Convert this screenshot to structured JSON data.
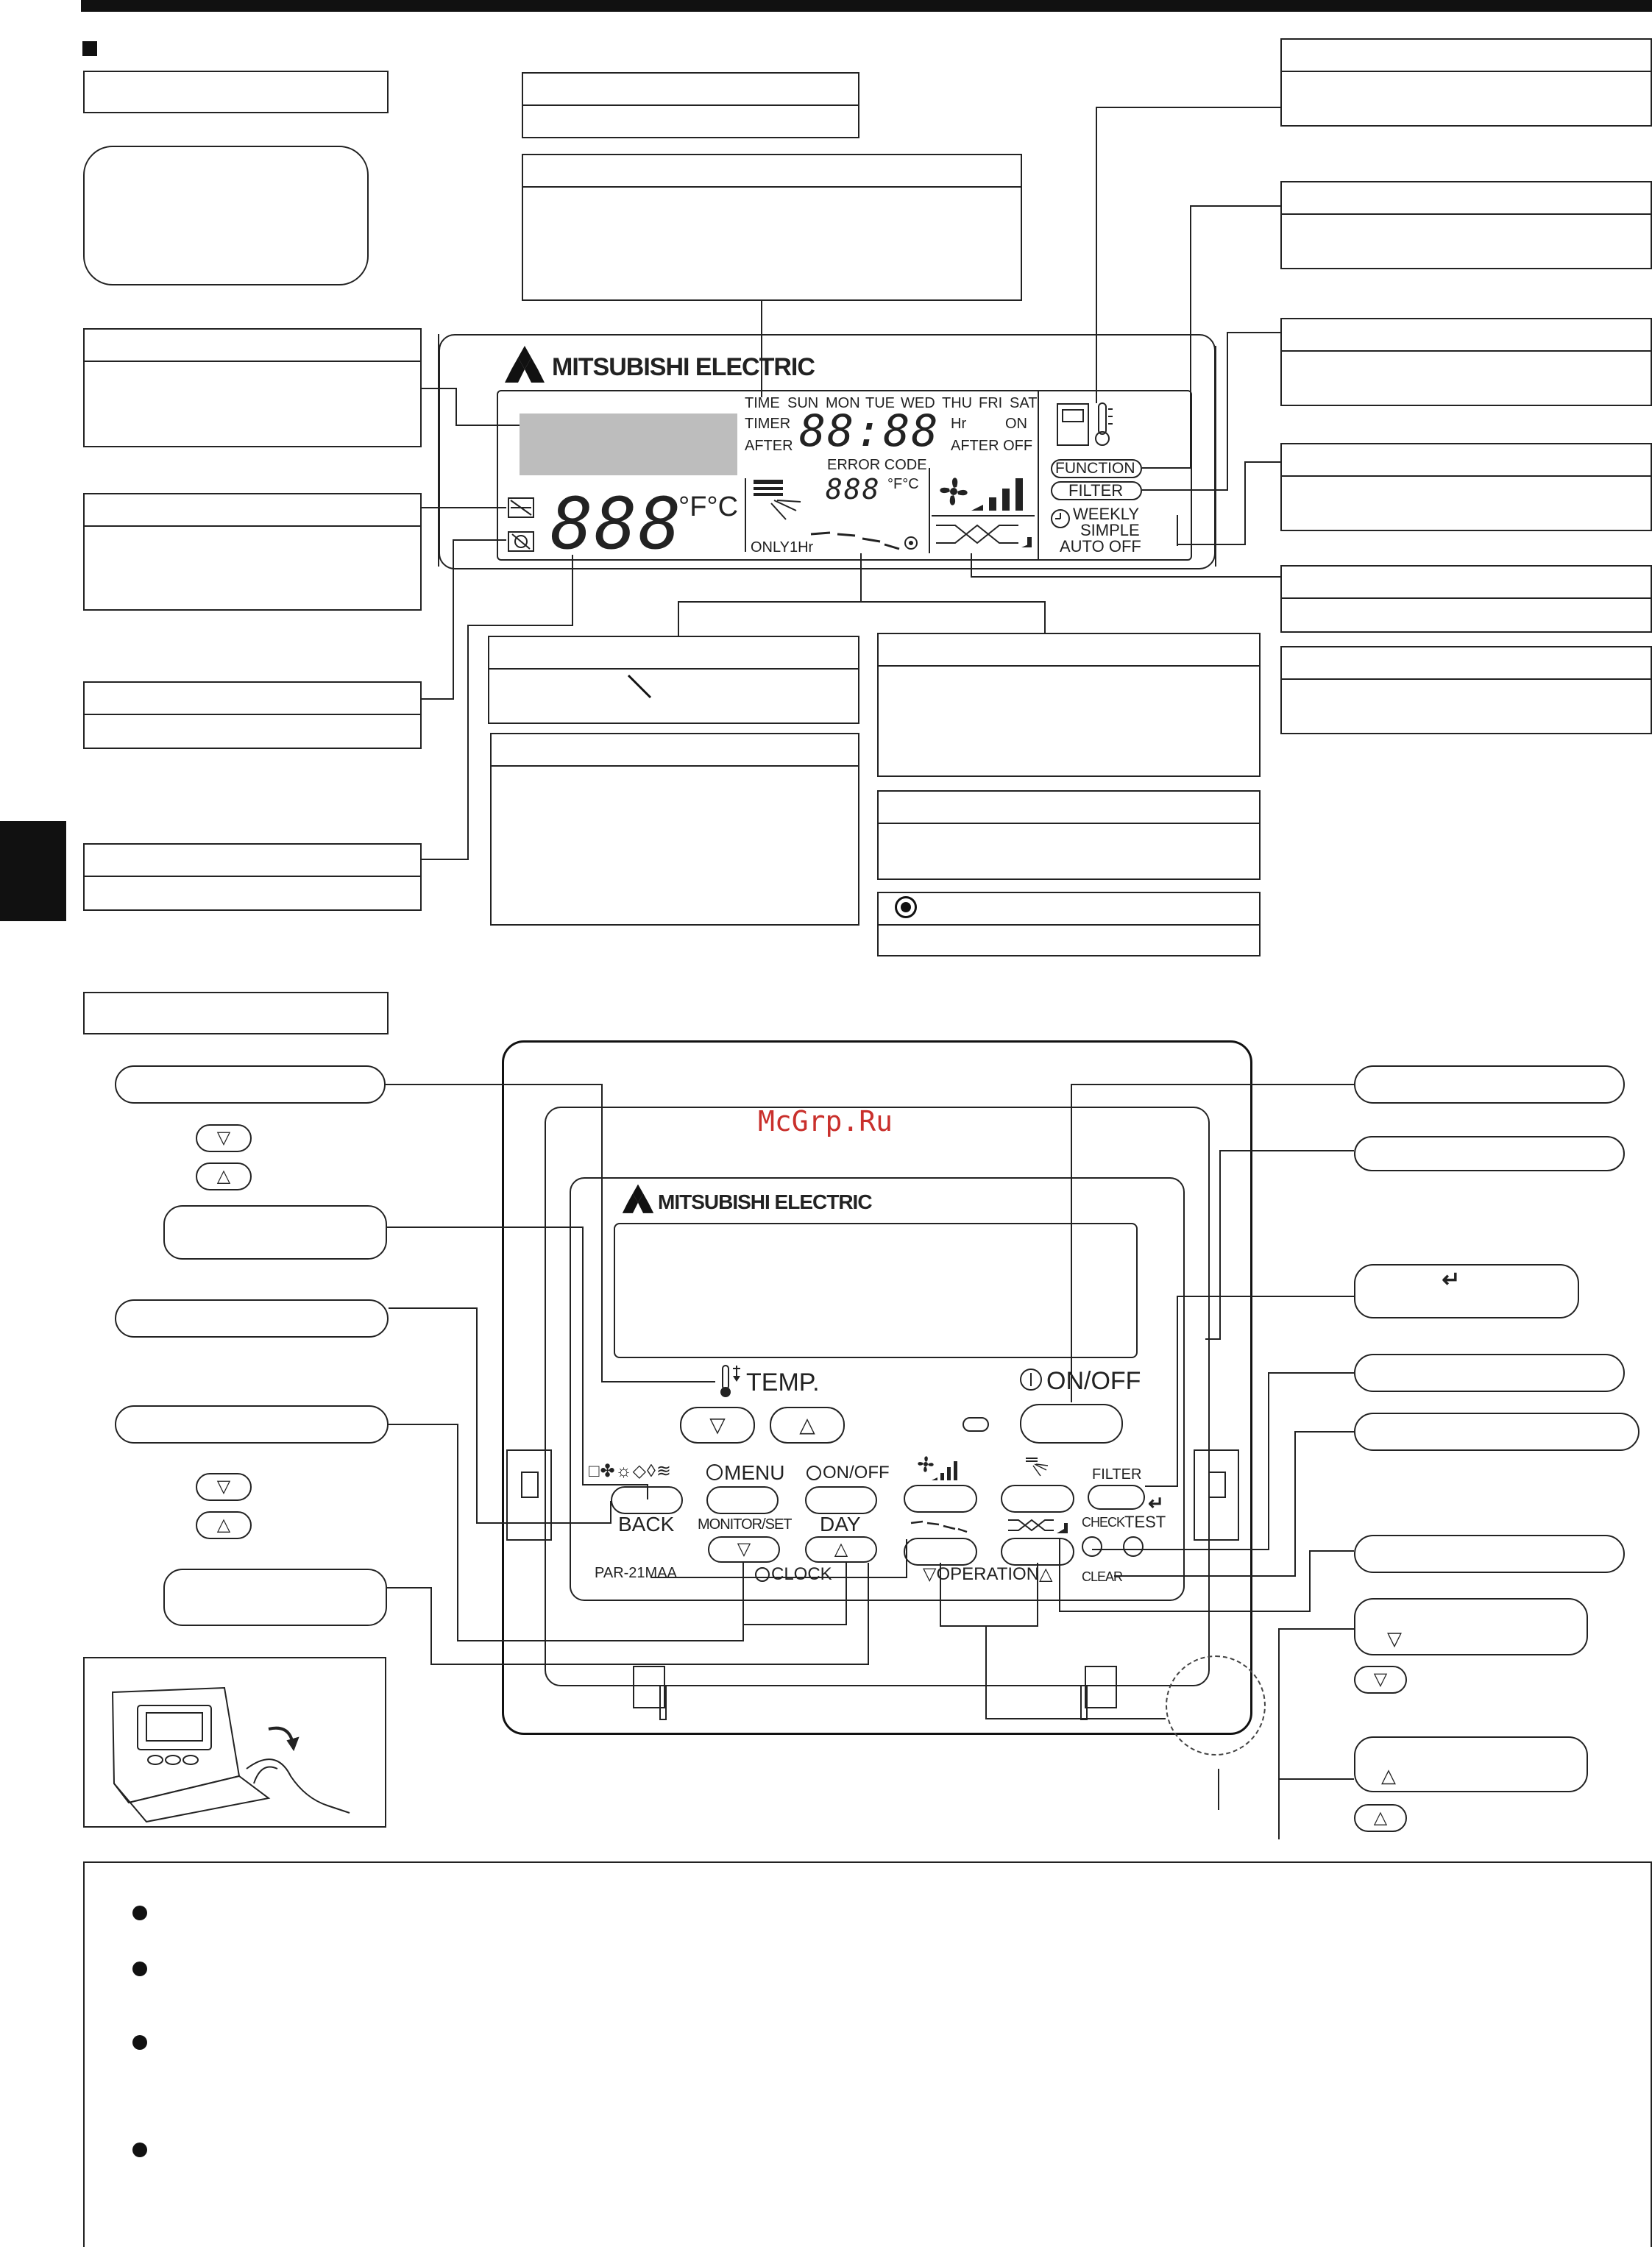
{
  "brand": {
    "name": "MITSUBISHI ELECTRIC"
  },
  "watermark": "McGrp.Ru",
  "lcd": {
    "days": [
      "TIME",
      "SUN",
      "MON",
      "TUE",
      "WED",
      "THU",
      "FRI",
      "SAT"
    ],
    "timer_label": "TIMER",
    "after_label": "AFTER",
    "time_digits": "88:88",
    "hr_label": "Hr",
    "on_label": "ON",
    "after_off_label": "AFTER  OFF",
    "error_code_label": "ERROR CODE",
    "error_digits": "888",
    "error_unit": "°F°C",
    "temp_digits": "888",
    "temp_unit": "°F°C",
    "only1hr": "ONLY1Hr",
    "function_label": "FUNCTION",
    "filter_label": "FILTER",
    "weekly_label": "WEEKLY",
    "simple_label": "SIMPLE",
    "auto_off_label": "AUTO OFF"
  },
  "remote": {
    "temp_label": "TEMP.",
    "on_off_label": "ON/OFF",
    "menu_label": "MENU",
    "mode_icons": "□✤☼◇◊≋",
    "timer_on_off_label": "ON/OFF",
    "back_label": "BACK",
    "day_label": "DAY",
    "monitor_set_label": "MONITOR/SET",
    "clock_label": "CLOCK",
    "model_label": "PAR-21MAA",
    "operation_label": "▽OPERATION△",
    "filter_label": "FILTER",
    "check_label": "CHECK",
    "test_label": "TEST",
    "clear_label": "CLEAR",
    "down_symbol": "▽",
    "up_symbol": "△",
    "enter_symbol": "↵"
  }
}
